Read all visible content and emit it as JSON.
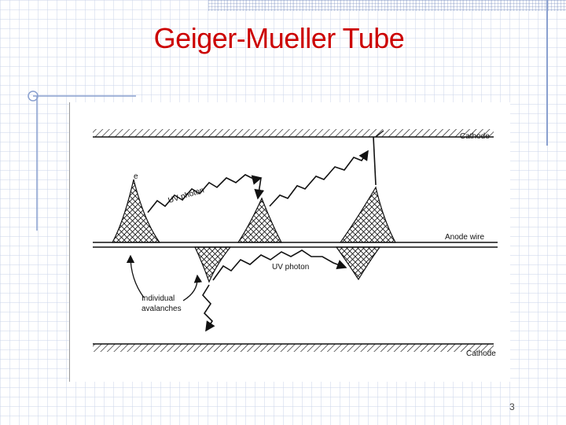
{
  "slide": {
    "title": "Geiger-Mueller Tube",
    "page_number": "3"
  },
  "diagram": {
    "labels": {
      "cathode_top": "Cathode",
      "anode": "Anode wire",
      "cathode_bottom": "Cathode",
      "uv_photon_1": "UV photon",
      "uv_photon_2": "UV photon",
      "avalanches": "Individual",
      "avalanches_2": "avalanches",
      "electron": "e"
    }
  },
  "colors": {
    "title": "#cc0000",
    "accent_line": "#8aa0cf",
    "ink": "#111111"
  }
}
